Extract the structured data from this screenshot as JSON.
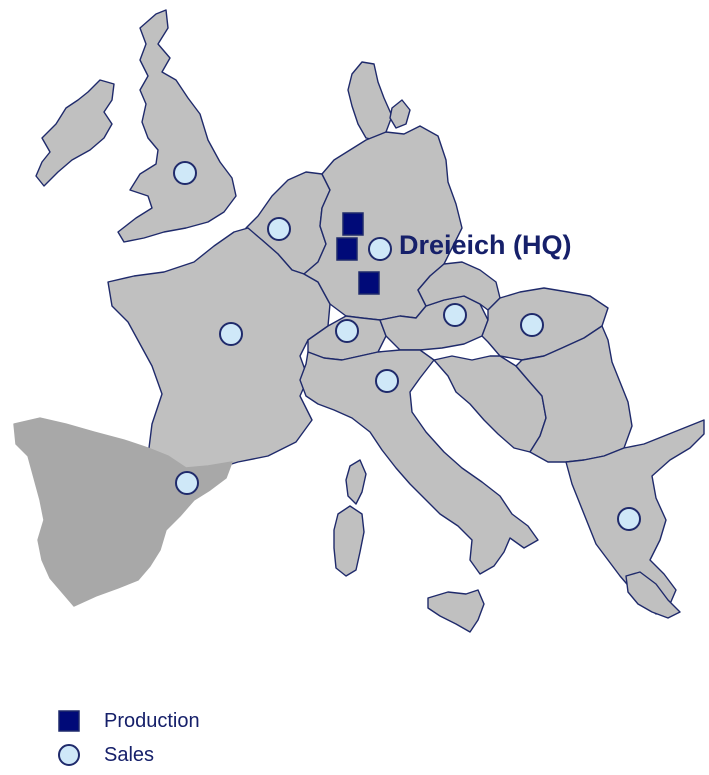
{
  "map": {
    "hq_label": "Dreieich (HQ)",
    "colors": {
      "country_fill": "#c0c0c0",
      "highlight_fill": "#a8a8a8",
      "border": "#1f2a6b",
      "production": "#000a78",
      "sales": "#cfe8f8"
    }
  },
  "legend": {
    "items": [
      {
        "label": "Production",
        "marker": "square-icon"
      },
      {
        "label": "Sales",
        "marker": "circle-icon"
      }
    ]
  }
}
